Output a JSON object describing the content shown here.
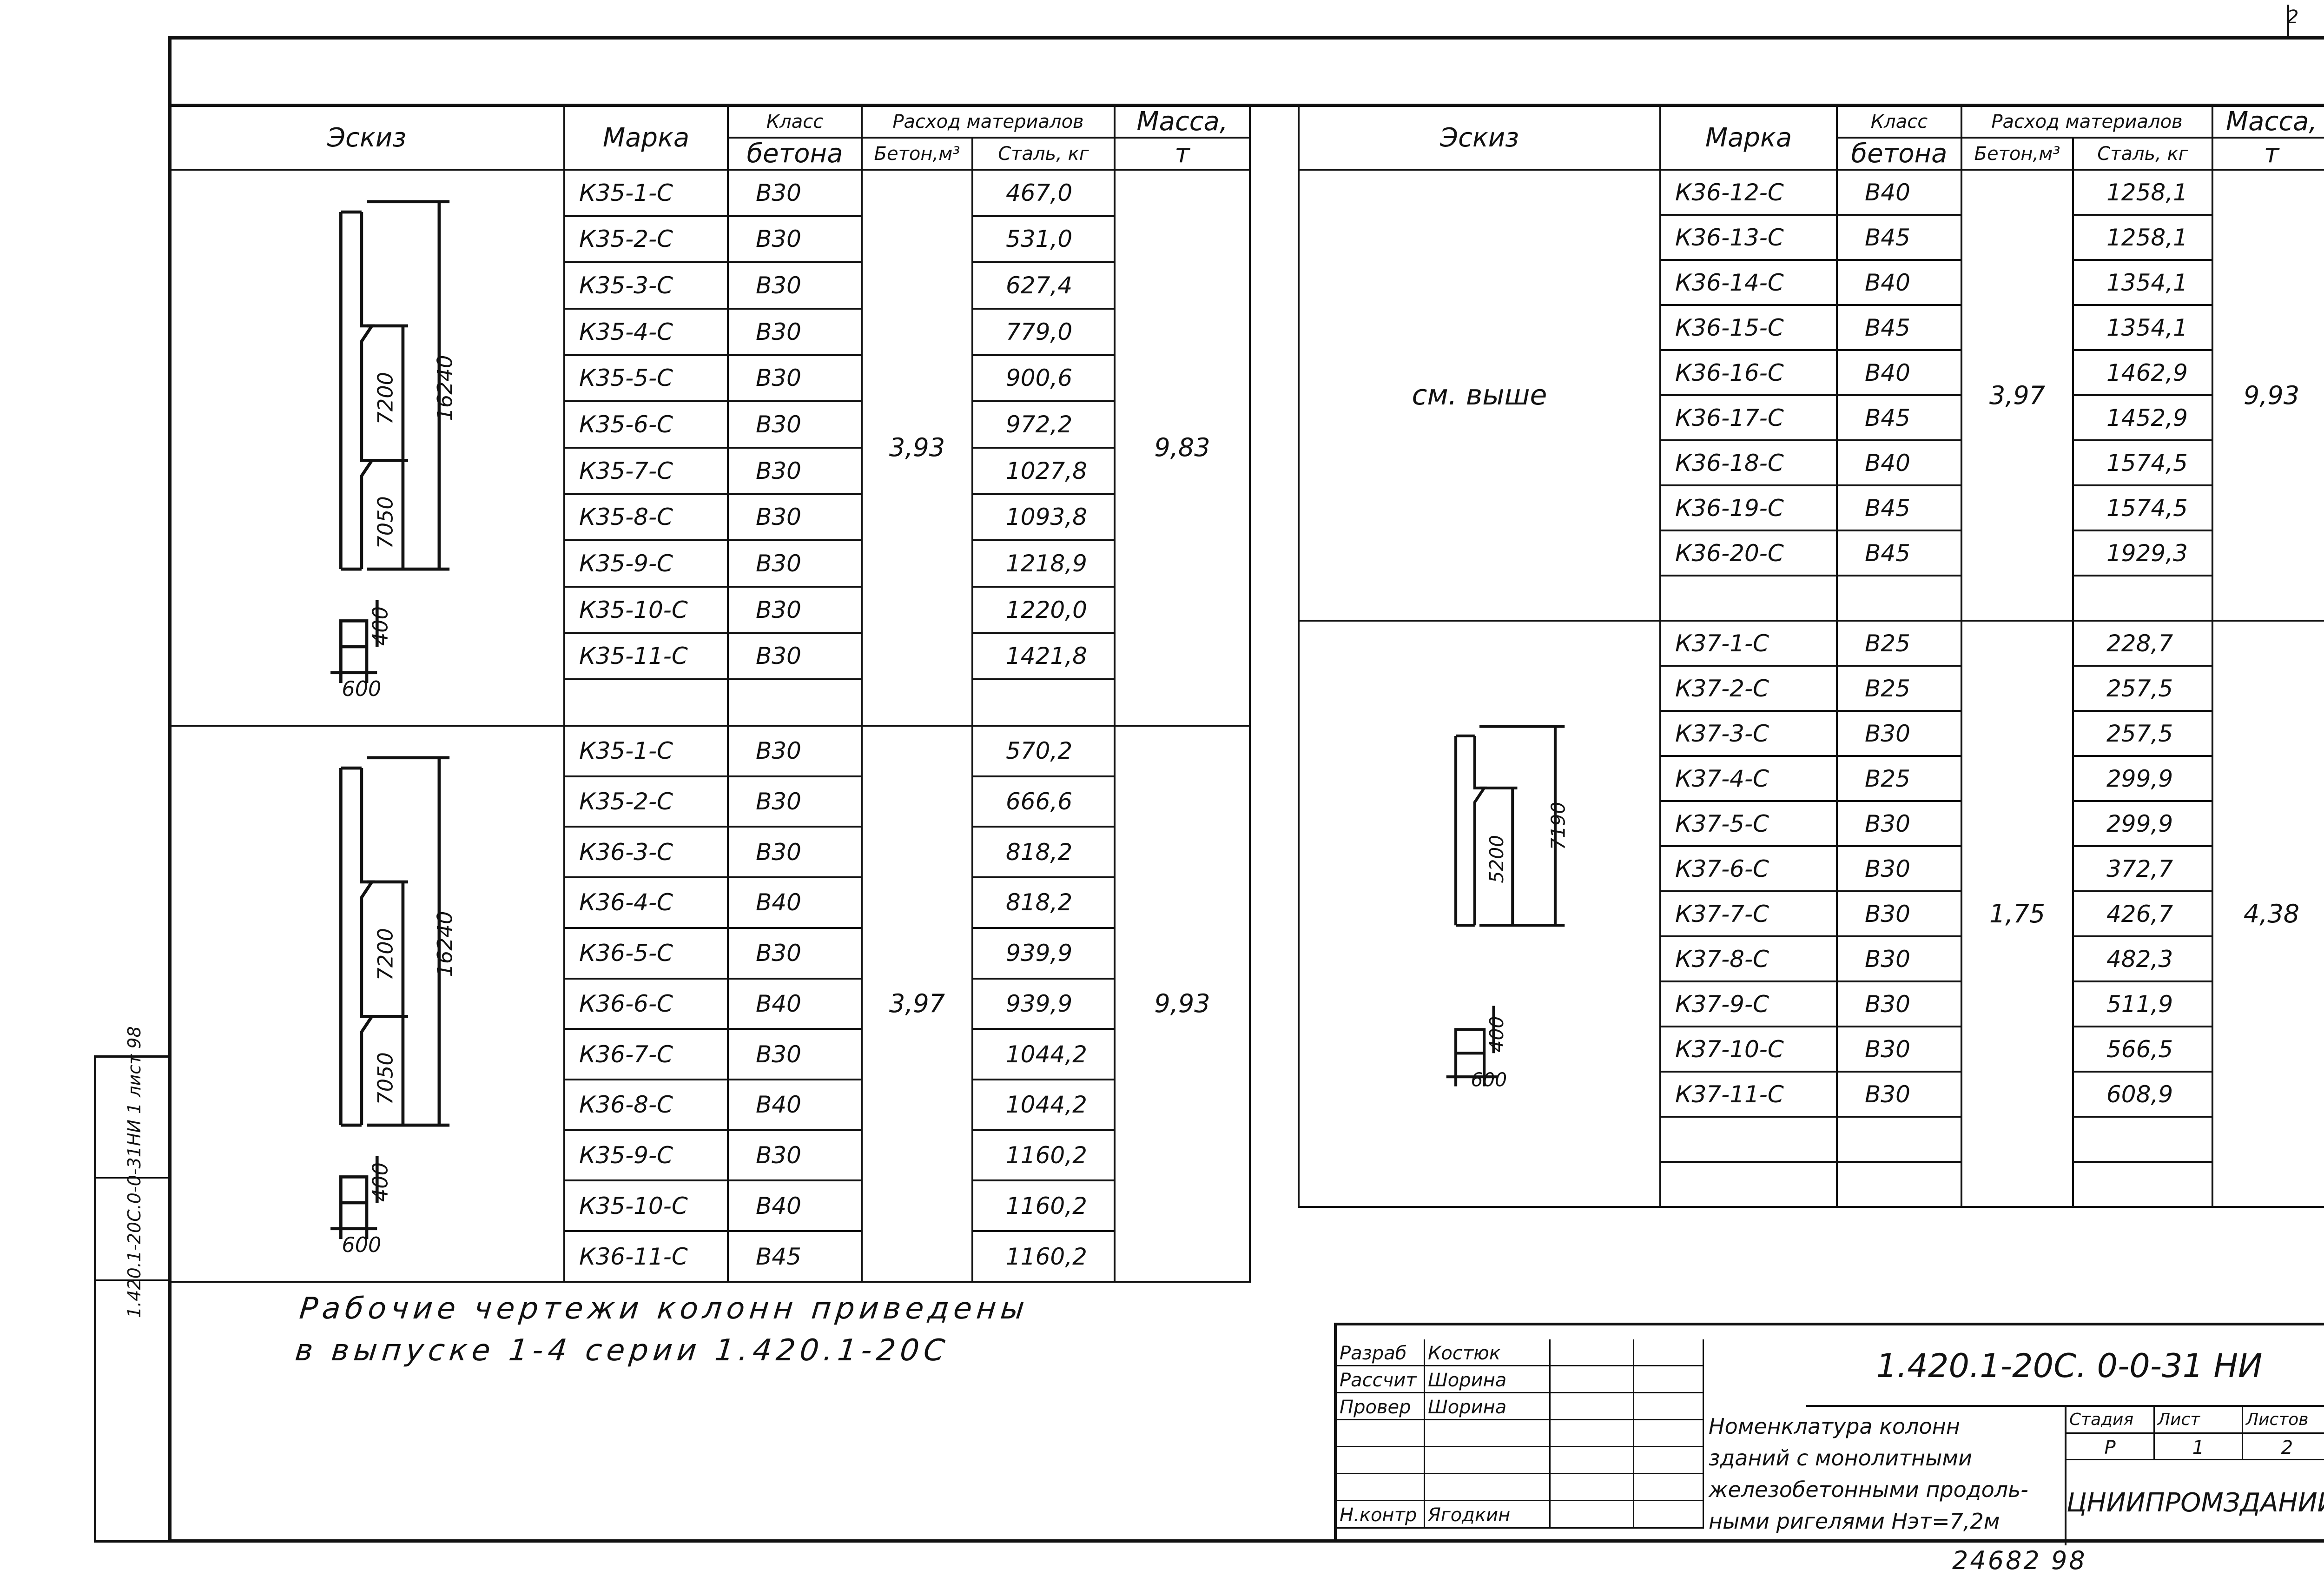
{
  "left_table": {
    "headers": {
      "sketch": "Эскиз",
      "mark": "Марка",
      "class_top": "Класс",
      "class_bottom": "бетона",
      "consumption": "Расход материалов",
      "concrete": "Бетон,м³",
      "steel": "Сталь, кг",
      "mass_top": "Масса,",
      "mass_bottom": "т"
    },
    "group1": {
      "rows": [
        {
          "mark": "К35-1-С",
          "cls": "В30",
          "steel": "467,0"
        },
        {
          "mark": "К35-2-С",
          "cls": "В30",
          "steel": "531,0"
        },
        {
          "mark": "К35-3-С",
          "cls": "В30",
          "steel": "627,4"
        },
        {
          "mark": "К35-4-С",
          "cls": "В30",
          "steel": "779,0"
        },
        {
          "mark": "К35-5-С",
          "cls": "В30",
          "steel": "900,6"
        },
        {
          "mark": "К35-6-С",
          "cls": "В30",
          "steel": "972,2"
        },
        {
          "mark": "К35-7-С",
          "cls": "В30",
          "steel": "1027,8"
        },
        {
          "mark": "К35-8-С",
          "cls": "В30",
          "steel": "1093,8"
        },
        {
          "mark": "К35-9-С",
          "cls": "В30",
          "steel": "1218,9"
        },
        {
          "mark": "К35-10-С",
          "cls": "В30",
          "steel": "1220,0"
        },
        {
          "mark": "К35-11-С",
          "cls": "В30",
          "steel": "1421,8"
        },
        {
          "mark": "",
          "cls": "",
          "steel": ""
        }
      ],
      "concrete": "3,93",
      "mass": "9,83",
      "dims": {
        "upper": "7200",
        "lower": "7050",
        "total": "16240",
        "head": "400",
        "width": "600"
      }
    },
    "group2": {
      "rows": [
        {
          "mark": "К35-1-С",
          "cls": "В30",
          "steel": "570,2"
        },
        {
          "mark": "К35-2-С",
          "cls": "В30",
          "steel": "666,6"
        },
        {
          "mark": "К36-3-С",
          "cls": "В30",
          "steel": "818,2"
        },
        {
          "mark": "К36-4-С",
          "cls": "В40",
          "steel": "818,2"
        },
        {
          "mark": "К36-5-С",
          "cls": "В30",
          "steel": "939,9"
        },
        {
          "mark": "К36-6-С",
          "cls": "В40",
          "steel": "939,9"
        },
        {
          "mark": "К36-7-С",
          "cls": "В30",
          "steel": "1044,2"
        },
        {
          "mark": "К36-8-С",
          "cls": "В40",
          "steel": "1044,2"
        },
        {
          "mark": "К35-9-С",
          "cls": "В30",
          "steel": "1160,2"
        },
        {
          "mark": "К35-10-С",
          "cls": "В40",
          "steel": "1160,2"
        },
        {
          "mark": "К36-11-С",
          "cls": "В45",
          "steel": "1160,2"
        }
      ],
      "concrete": "3,97",
      "mass": "9,93",
      "dims": {
        "upper": "7200",
        "lower": "7050",
        "total": "16240",
        "head": "400",
        "width": "600"
      }
    }
  },
  "right_table": {
    "headers": {
      "sketch": "Эскиз",
      "mark": "Марка",
      "class_top": "Класс",
      "class_bottom": "бетона",
      "consumption": "Расход материалов",
      "concrete": "Бетон,м³",
      "steel": "Сталь, кг",
      "mass_top": "Масса,",
      "mass_bottom": "т"
    },
    "group1": {
      "sketch_text": "см. выше",
      "rows": [
        {
          "mark": "К36-12-С",
          "cls": "В40",
          "steel": "1258,1"
        },
        {
          "mark": "К36-13-С",
          "cls": "В45",
          "steel": "1258,1"
        },
        {
          "mark": "К36-14-С",
          "cls": "В40",
          "steel": "1354,1"
        },
        {
          "mark": "К36-15-С",
          "cls": "В45",
          "steel": "1354,1"
        },
        {
          "mark": "К36-16-С",
          "cls": "В40",
          "steel": "1462,9"
        },
        {
          "mark": "К36-17-С",
          "cls": "В45",
          "steel": "1452,9"
        },
        {
          "mark": "К36-18-С",
          "cls": "В40",
          "steel": "1574,5"
        },
        {
          "mark": "К36-19-С",
          "cls": "В45",
          "steel": "1574,5"
        },
        {
          "mark": "К36-20-С",
          "cls": "В45",
          "steel": "1929,3"
        },
        {
          "mark": "",
          "cls": "",
          "steel": ""
        }
      ],
      "concrete": "3,97",
      "mass": "9,93"
    },
    "group2": {
      "rows": [
        {
          "mark": "К37-1-С",
          "cls": "В25",
          "steel": "228,7"
        },
        {
          "mark": "К37-2-С",
          "cls": "В25",
          "steel": "257,5"
        },
        {
          "mark": "К37-3-С",
          "cls": "В30",
          "steel": "257,5"
        },
        {
          "mark": "К37-4-С",
          "cls": "В25",
          "steel": "299,9"
        },
        {
          "mark": "К37-5-С",
          "cls": "В30",
          "steel": "299,9"
        },
        {
          "mark": "К37-6-С",
          "cls": "В30",
          "steel": "372,7"
        },
        {
          "mark": "К37-7-С",
          "cls": "В30",
          "steel": "426,7"
        },
        {
          "mark": "К37-8-С",
          "cls": "В30",
          "steel": "482,3"
        },
        {
          "mark": "К37-9-С",
          "cls": "В30",
          "steel": "511,9"
        },
        {
          "mark": "К37-10-С",
          "cls": "В30",
          "steel": "566,5"
        },
        {
          "mark": "К37-11-С",
          "cls": "В30",
          "steel": "608,9"
        },
        {
          "mark": "",
          "cls": "",
          "steel": ""
        },
        {
          "mark": "",
          "cls": "",
          "steel": ""
        }
      ],
      "concrete": "1,75",
      "mass": "4,38",
      "dims": {
        "inner": "5200",
        "total": "7190",
        "head": "400",
        "width": "600"
      }
    }
  },
  "note": {
    "line1": "Рабочие   чертежи   колонн   приведены",
    "line2": "в  выпуске  1-4  серии  1.420.1-20С"
  },
  "stamp": {
    "roles": [
      "Разраб",
      "Рассчит",
      "Провер",
      "",
      "",
      "",
      "Н.контр"
    ],
    "names": [
      "Костюк",
      "Шорина",
      "Шорина",
      "",
      "",
      "",
      "Ягодкин"
    ],
    "code": "1.420.1-20С. 0-0-31 НИ",
    "title": [
      "Номенклатура  колонн",
      "зданий с монолитными",
      "железобетонными продоль-",
      "ными ригелями Нэт=7,2м"
    ],
    "stage_label": "Стадия",
    "sheet_label": "Лист",
    "sheets_label": "Листов",
    "stage": "Р",
    "sheet": "1",
    "sheets": "2",
    "org": "ЦНИИПРОМЗДАНИЙ"
  },
  "side_strip": "1.420.1-20С.0-0-31НИ    1 лист 98",
  "page_number": "24682  98",
  "corner_mark": "2"
}
